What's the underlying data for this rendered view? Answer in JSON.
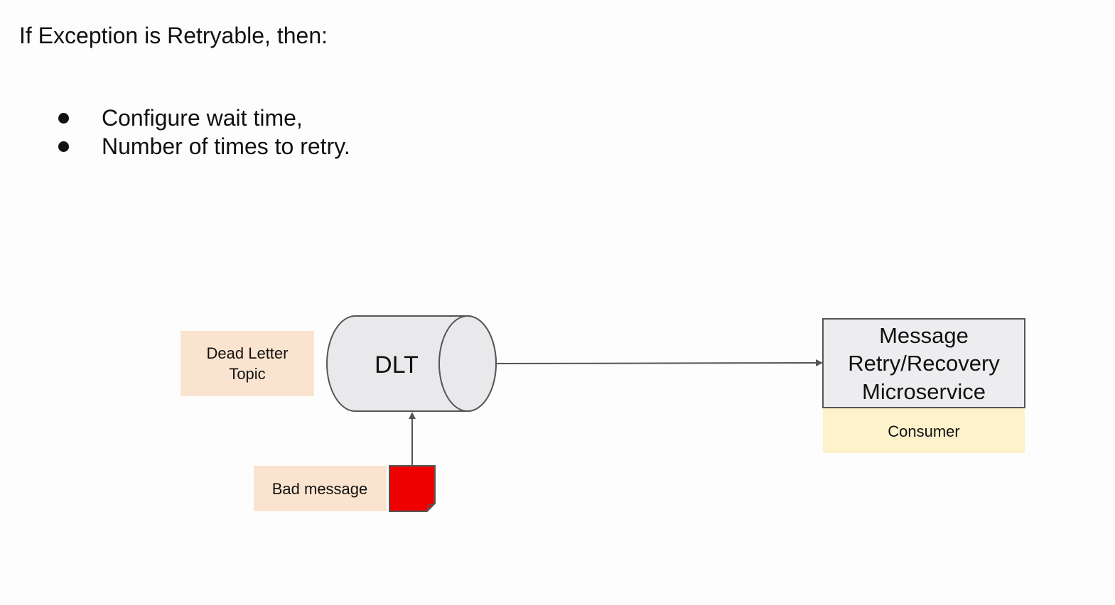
{
  "slide": {
    "title": "If Exception is Retryable, then:",
    "bullets": [
      "Configure wait time,",
      "Number of times to retry."
    ]
  },
  "diagram": {
    "dlt_label": "DLT",
    "dlt_caption_line1": "Dead Letter",
    "dlt_caption_line2": "Topic",
    "bad_message_label": "Bad message",
    "service_line1": "Message",
    "service_line2": "Retry/Recovery",
    "service_line3": "Microservice",
    "consumer_label": "Consumer"
  },
  "colors": {
    "caption_fill": "#fbe4cf",
    "consumer_fill": "#fdf2cc",
    "cylinder_fill": "#e9e9ec",
    "service_fill": "#ededf0",
    "bad_message_fill": "#ee0000",
    "arrow": "#555555"
  }
}
